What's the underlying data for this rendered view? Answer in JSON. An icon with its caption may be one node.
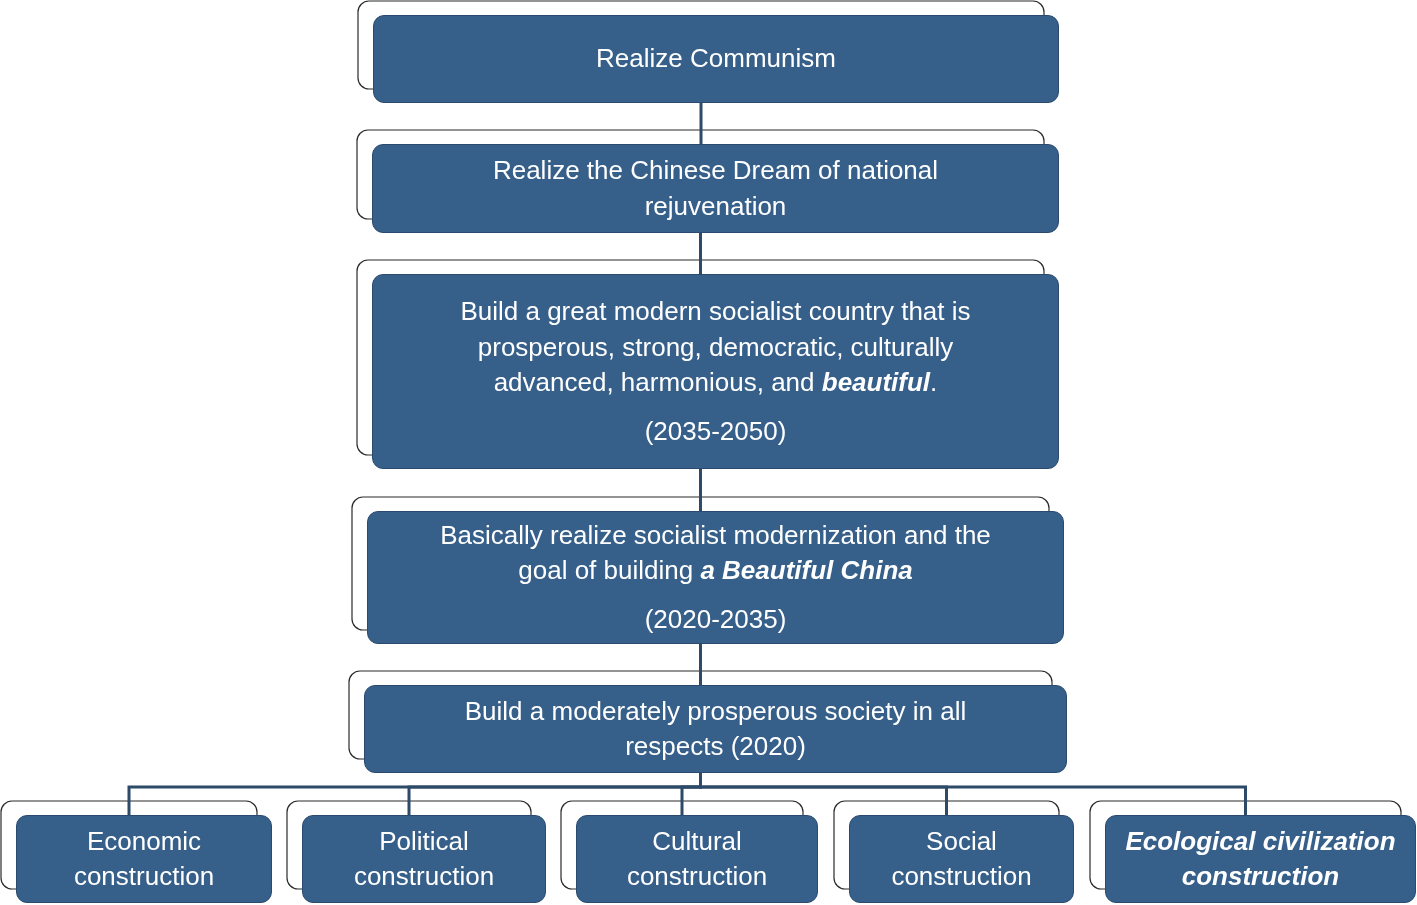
{
  "diagram": {
    "nodes": [
      {
        "text": [
          "Realize Communism"
        ]
      },
      {
        "text": [
          "Realize the Chinese Dream of national rejuvenation"
        ]
      },
      {
        "text": [
          "Build a great modern socialist country that is prosperous, strong, democratic, culturally advanced, harmonious, and **beautiful**.",
          "(2035-2050)"
        ]
      },
      {
        "text": [
          "Basically realize socialist modernization and the goal of building **a Beautiful China**",
          "(2020-2035)"
        ]
      },
      {
        "text": [
          "Build a moderately prosperous society in all respects (2020)"
        ]
      },
      {
        "text": [
          "Economic construction"
        ]
      },
      {
        "text": [
          "Political construction"
        ]
      },
      {
        "text": [
          "Cultural construction"
        ]
      },
      {
        "text": [
          "Social construction"
        ]
      },
      {
        "text": [
          "Ecological civilization construction"
        ]
      }
    ],
    "edges": [
      {
        "from": 0,
        "to": 1,
        "arrow": "none"
      },
      {
        "from": 1,
        "to": 2,
        "arrow": "none"
      },
      {
        "from": 2,
        "to": 3,
        "arrow": "none"
      },
      {
        "from": 3,
        "to": 4,
        "arrow": "none"
      },
      {
        "from": 4,
        "to": 5,
        "arrow": "none"
      },
      {
        "from": 4,
        "to": 6,
        "arrow": "none"
      },
      {
        "from": 4,
        "to": 7,
        "arrow": "none"
      },
      {
        "from": 4,
        "to": 8,
        "arrow": "none"
      },
      {
        "from": 4,
        "to": 9,
        "arrow": "none"
      }
    ]
  }
}
